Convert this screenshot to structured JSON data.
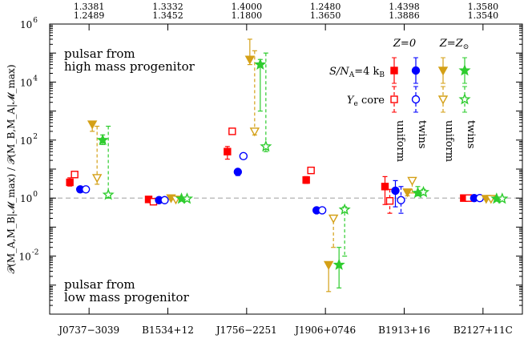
{
  "chart_data": {
    "type": "scatter",
    "yscale": "log",
    "ylim_exponents": [
      -4,
      6
    ],
    "ylabel": "𝒫(M_A,M_B|𝓜_max) / 𝒫(M_B,M_A|𝓜_max)",
    "y_tick_exponents": [
      -2,
      0,
      2,
      4,
      6
    ],
    "y_tick_labels": [
      "10",
      "10",
      "10",
      "10",
      "10"
    ],
    "y_tick_sups": [
      "-2",
      "0",
      "2",
      "4",
      "6"
    ],
    "reference_line": 1,
    "categories": [
      "J0737−3039",
      "B1534+12",
      "J1756−2251",
      "J1906+0746",
      "B1913+16",
      "B2127+11C"
    ],
    "top_mass_pairs": [
      [
        "1.3381",
        "1.2489"
      ],
      [
        "1.3332",
        "1.3452"
      ],
      [
        "1.4000",
        "1.1800"
      ],
      [
        "1.2480",
        "1.3650"
      ],
      [
        "1.4398",
        "1.3886"
      ],
      [
        "1.3580",
        "1.3540"
      ]
    ],
    "annotations": {
      "high": [
        "pulsar from",
        "high mass progenitor"
      ],
      "low": [
        "pulsar from",
        "low mass progenitor"
      ]
    },
    "legend": {
      "z0": "Z=0",
      "zsun": "Z=Z",
      "zsun_sub": "⊙",
      "row1": "S/N",
      "row1_sub": "A",
      "row1_rest": "=4 k",
      "row1_sub2": "B",
      "row2": "Y",
      "row2_sub": "e",
      "row2_rest": " core",
      "col_labels": [
        "uniform",
        "twins",
        "uniform",
        "twins"
      ]
    },
    "series": [
      {
        "name": "S/N_A=4 k_B, Z=0, uniform",
        "color": "#ff0000",
        "marker": "square",
        "filled": true,
        "values": [
          3.5,
          0.9,
          40,
          4.2,
          2.5,
          1.0
        ],
        "err_lo": [
          2.6,
          0.8,
          22,
          3.2,
          0.6,
          0.9
        ],
        "err_hi": [
          5,
          1.0,
          60,
          5.5,
          5.5,
          1.1
        ]
      },
      {
        "name": "Y_e core, Z=0, uniform",
        "color": "#ff0000",
        "marker": "square",
        "filled": false,
        "values": [
          6.5,
          0.75,
          200,
          9,
          0.8,
          1.0
        ],
        "err_lo": [
          6,
          0.7,
          160,
          8,
          0.3,
          0.95
        ],
        "err_hi": [
          7,
          0.8,
          240,
          10,
          2,
          1.05
        ]
      },
      {
        "name": "S/N_A=4 k_B, Z=0, twins",
        "color": "#0000ff",
        "marker": "circle",
        "filled": true,
        "values": [
          2.0,
          0.85,
          8,
          0.38,
          1.8,
          1.0
        ],
        "err_lo": [
          1.9,
          0.8,
          6,
          0.36,
          0.5,
          0.95
        ],
        "err_hi": [
          2.1,
          0.9,
          10,
          0.4,
          4,
          1.05
        ]
      },
      {
        "name": "Y_e core, Z=0, twins",
        "color": "#0000ff",
        "marker": "circle",
        "filled": false,
        "values": [
          2.0,
          0.85,
          28,
          0.38,
          0.85,
          1.0
        ],
        "err_lo": [
          1.9,
          0.8,
          24,
          0.36,
          0.3,
          0.95
        ],
        "err_hi": [
          2.1,
          0.9,
          32,
          0.4,
          2.5,
          1.05
        ]
      },
      {
        "name": "S/N_A=4 k_B, Z=Z⊙, uniform",
        "color": "#d4a017",
        "marker": "triangle",
        "filled": true,
        "values": [
          350,
          1.0,
          60000,
          0.005,
          1.6,
          0.95
        ],
        "err_lo": [
          200,
          0.9,
          40000,
          0.0006,
          1.2,
          0.9
        ],
        "err_hi": [
          380,
          1.1,
          300000,
          0.006,
          2,
          1.0
        ]
      },
      {
        "name": "Y_e core, Z=Z⊙, uniform",
        "color": "#d4a017",
        "marker": "triangle",
        "filled": false,
        "values": [
          5,
          0.9,
          200,
          0.2,
          4,
          0.95
        ],
        "err_lo": [
          3,
          0.85,
          150,
          0.02,
          1.5,
          0.9
        ],
        "err_hi": [
          300,
          0.95,
          120000,
          0.25,
          5,
          1.0
        ]
      },
      {
        "name": "S/N_A=4 k_B, Z=Z⊙, twins",
        "color": "#2ecc2e",
        "marker": "star",
        "filled": true,
        "values": [
          100,
          0.95,
          40000,
          0.005,
          1.5,
          0.95
        ],
        "err_lo": [
          70,
          0.9,
          1000,
          0.0008,
          1.2,
          0.9
        ],
        "err_hi": [
          150,
          1.0,
          60000,
          0.02,
          2.5,
          1.0
        ]
      },
      {
        "name": "Y_e core, Z=Z⊙, twins",
        "color": "#2ecc2e",
        "marker": "star",
        "filled": false,
        "values": [
          1.3,
          0.95,
          60,
          0.4,
          1.6,
          0.95
        ],
        "err_lo": [
          1.0,
          0.9,
          40,
          0.01,
          1.3,
          0.9
        ],
        "err_hi": [
          300,
          1.0,
          100000,
          0.5,
          2,
          1.0
        ]
      }
    ]
  }
}
